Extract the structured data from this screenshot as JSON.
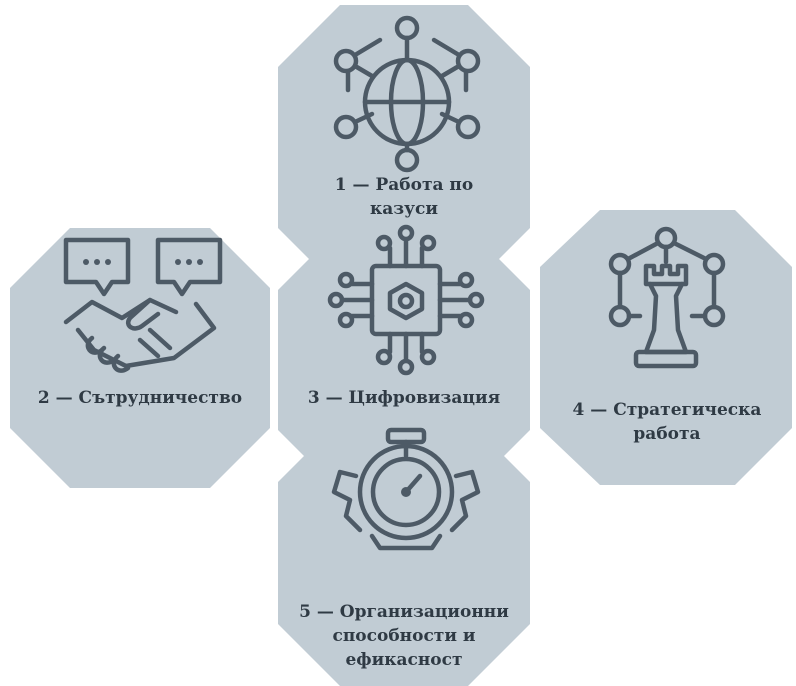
{
  "items": [
    {
      "label": "1 — Работа по казуси",
      "icon": "network-globe-icon"
    },
    {
      "label": "2 — Сътрудничество",
      "icon": "handshake-icon"
    },
    {
      "label": "3 — Цифровизация",
      "icon": "chip-icon"
    },
    {
      "label": "4 — Стратегическа работа",
      "icon": "chess-strategy-icon"
    },
    {
      "label": "5 — Организационни способности и ефикасност",
      "icon": "stopwatch-gear-icon"
    }
  ],
  "colors": {
    "tile": "#c1ccd4",
    "icon": "#4d5a66",
    "text": "#2f3a44"
  }
}
